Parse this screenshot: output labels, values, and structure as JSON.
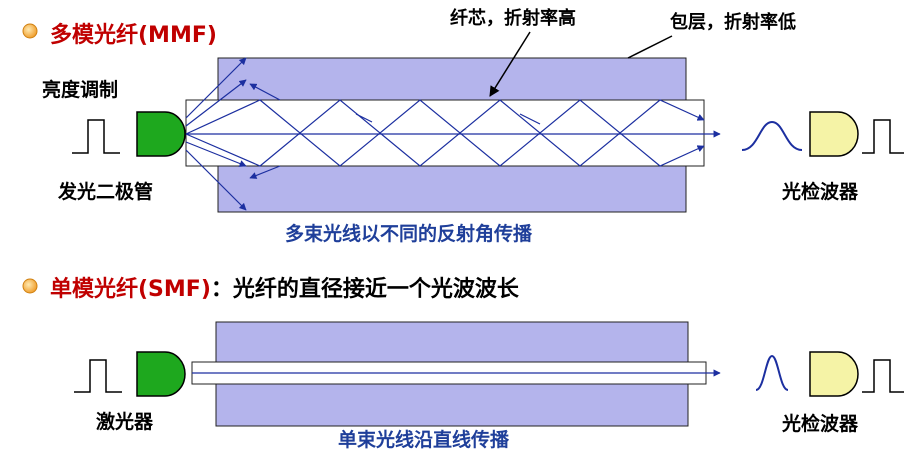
{
  "mmf": {
    "heading": "多模光纤(MMF)",
    "core_label": "纤芯，折射率高",
    "cladding_label": "包层，折射率低",
    "modulation_label": "亮度调制",
    "source_label": "发光二极管",
    "detector_label": "光检波器",
    "caption": "多束光线以不同的反射角传播"
  },
  "smf": {
    "heading": "单模光纤(SMF)",
    "heading_desc": "：光纤的直径接近一个光波波长",
    "source_label": "激光器",
    "detector_label": "光检波器",
    "caption": "单束光线沿直线传播"
  },
  "colors": {
    "heading_red": "#c00000",
    "caption_blue": "#1f3f9a",
    "cladding_fill": "#b4b4ec",
    "ray_blue": "#1c2fa0",
    "source_green": "#1ea81e",
    "detector_yellow": "#f5f3a6",
    "bullet_orange": "#f0a030"
  }
}
